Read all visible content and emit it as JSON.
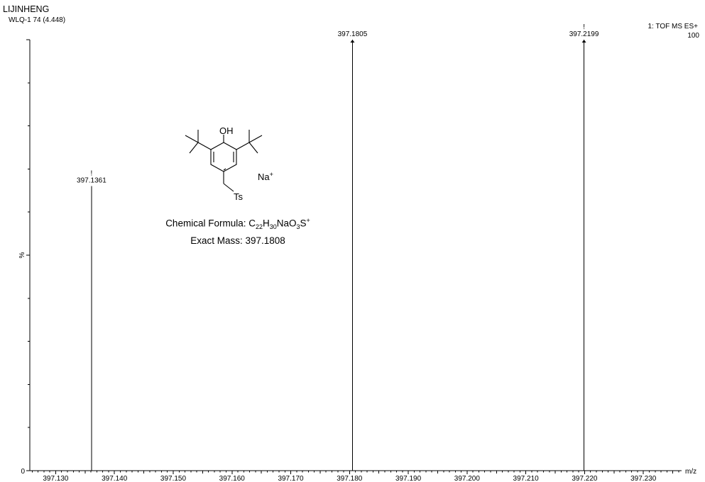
{
  "header": {
    "operator": "LIJINHENG",
    "sample": "WLQ-1 74 (4.448)",
    "scan_mode": "1: TOF MS ES+",
    "max_intensity": "100"
  },
  "annotation": {
    "structure_labels": {
      "hydroxyl": "OH",
      "sodium": "Na",
      "sodium_charge": "+",
      "tosyl": "Ts"
    },
    "formula": {
      "prefix": "Chemical Formula: ",
      "c": "C",
      "c_n": "22",
      "h": "H",
      "h_n": "30",
      "na_o": "NaO",
      "o_n": "3",
      "s": "S",
      "charge": "+"
    },
    "exact_mass": "Exact Mass: 397.1808"
  },
  "chart_data": {
    "type": "bar",
    "xlabel": "m/z",
    "ylabel": "%",
    "xlim": [
      397.1256,
      397.2365
    ],
    "ylim": [
      0,
      100
    ],
    "y_ticks": [
      {
        "value": 0,
        "label": "0"
      },
      {
        "value": 50,
        "label": "%"
      },
      {
        "value": 100,
        "label": "100"
      }
    ],
    "x_ticks": [
      "397.130",
      "397.140",
      "397.150",
      "397.160",
      "397.170",
      "397.180",
      "397.190",
      "397.200",
      "397.210",
      "397.220",
      "397.230"
    ],
    "peaks": [
      {
        "mz": 397.1361,
        "intensity": 66,
        "label": "397.1361",
        "flag": "!"
      },
      {
        "mz": 397.1805,
        "intensity": 100,
        "label": "397.1805",
        "flag": ""
      },
      {
        "mz": 397.2199,
        "intensity": 100,
        "label": "397.2199",
        "flag": "!"
      }
    ]
  }
}
